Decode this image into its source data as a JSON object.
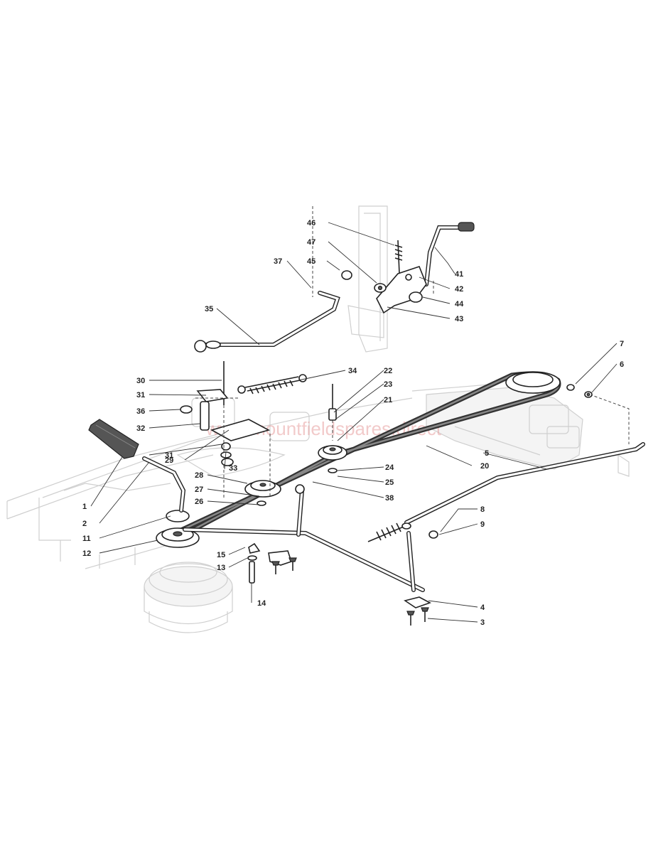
{
  "watermark": "www.mountfieldspares.direct",
  "callouts": [
    {
      "id": "c46",
      "label": "46"
    },
    {
      "id": "c47",
      "label": "47"
    },
    {
      "id": "c37",
      "label": "37"
    },
    {
      "id": "c45",
      "label": "45"
    },
    {
      "id": "c41",
      "label": "41"
    },
    {
      "id": "c42",
      "label": "42"
    },
    {
      "id": "c44",
      "label": "44"
    },
    {
      "id": "c43",
      "label": "43"
    },
    {
      "id": "c35",
      "label": "35"
    },
    {
      "id": "c30",
      "label": "30"
    },
    {
      "id": "c34",
      "label": "34"
    },
    {
      "id": "c22",
      "label": "22"
    },
    {
      "id": "c7",
      "label": "7"
    },
    {
      "id": "c6",
      "label": "6"
    },
    {
      "id": "c31a",
      "label": "31"
    },
    {
      "id": "c23",
      "label": "23"
    },
    {
      "id": "c36",
      "label": "36"
    },
    {
      "id": "c21",
      "label": "21"
    },
    {
      "id": "c32",
      "label": "32"
    },
    {
      "id": "c29",
      "label": "29"
    },
    {
      "id": "c31b",
      "label": "31"
    },
    {
      "id": "c33",
      "label": "33"
    },
    {
      "id": "c5",
      "label": "5"
    },
    {
      "id": "c20",
      "label": "20"
    },
    {
      "id": "c24",
      "label": "24"
    },
    {
      "id": "c28",
      "label": "28"
    },
    {
      "id": "c25",
      "label": "25"
    },
    {
      "id": "c27",
      "label": "27"
    },
    {
      "id": "c38",
      "label": "38"
    },
    {
      "id": "c1",
      "label": "1"
    },
    {
      "id": "c26",
      "label": "26"
    },
    {
      "id": "c2",
      "label": "2"
    },
    {
      "id": "c8",
      "label": "8"
    },
    {
      "id": "c9",
      "label": "9"
    },
    {
      "id": "c11",
      "label": "11"
    },
    {
      "id": "c12",
      "label": "12"
    },
    {
      "id": "c15",
      "label": "15"
    },
    {
      "id": "c13",
      "label": "13"
    },
    {
      "id": "c14",
      "label": "14"
    },
    {
      "id": "c4",
      "label": "4"
    },
    {
      "id": "c3",
      "label": "3"
    }
  ]
}
